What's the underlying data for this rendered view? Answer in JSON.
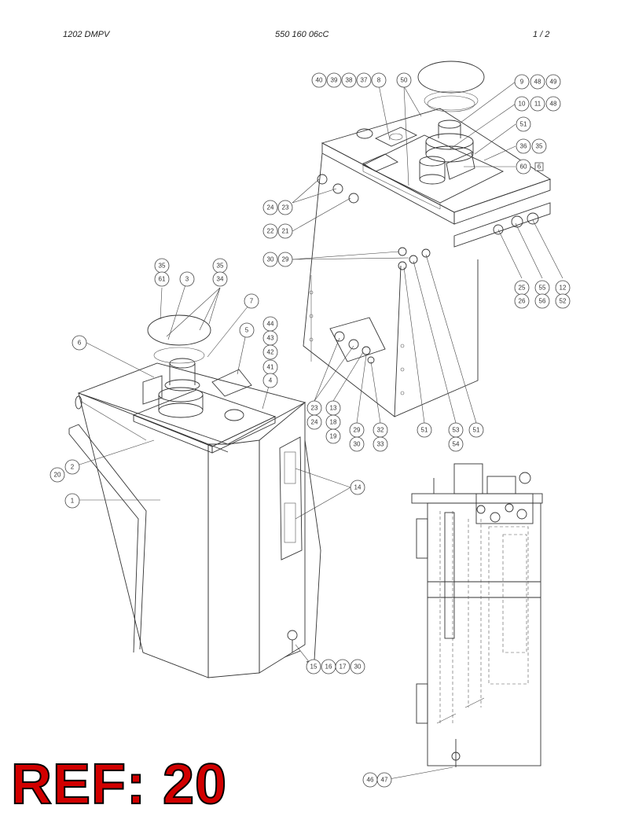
{
  "header": {
    "model": "1202 DMPV",
    "drawing_number": "550 160 06cC",
    "page": "1 /  2"
  },
  "reference_label": "REF: 20",
  "callouts": [
    {
      "id": "c40",
      "label": "40"
    },
    {
      "id": "c39",
      "label": "39"
    },
    {
      "id": "c38",
      "label": "38"
    },
    {
      "id": "c37",
      "label": "37"
    },
    {
      "id": "c8a",
      "label": "8"
    },
    {
      "id": "c50",
      "label": "50"
    },
    {
      "id": "c9",
      "label": "9"
    },
    {
      "id": "c48a",
      "label": "48"
    },
    {
      "id": "c49",
      "label": "49"
    },
    {
      "id": "c10",
      "label": "10"
    },
    {
      "id": "c11",
      "label": "11"
    },
    {
      "id": "c48b",
      "label": "48"
    },
    {
      "id": "c51a",
      "label": "51"
    },
    {
      "id": "c36",
      "label": "36"
    },
    {
      "id": "c35a",
      "label": "35"
    },
    {
      "id": "c60",
      "label": "60"
    },
    {
      "id": "c24a",
      "label": "24"
    },
    {
      "id": "c23a",
      "label": "23"
    },
    {
      "id": "c22",
      "label": "22"
    },
    {
      "id": "c21",
      "label": "21"
    },
    {
      "id": "c30a",
      "label": "30"
    },
    {
      "id": "c29a",
      "label": "29"
    },
    {
      "id": "c25",
      "label": "25"
    },
    {
      "id": "c55",
      "label": "55"
    },
    {
      "id": "c12",
      "label": "12"
    },
    {
      "id": "c26",
      "label": "26"
    },
    {
      "id": "c56",
      "label": "56"
    },
    {
      "id": "c52",
      "label": "52"
    },
    {
      "id": "c35b",
      "label": "35"
    },
    {
      "id": "c35c",
      "label": "35"
    },
    {
      "id": "c61",
      "label": "61"
    },
    {
      "id": "c3",
      "label": "3"
    },
    {
      "id": "c34",
      "label": "34"
    },
    {
      "id": "c7",
      "label": "7"
    },
    {
      "id": "c5",
      "label": "5"
    },
    {
      "id": "c44",
      "label": "44"
    },
    {
      "id": "c43",
      "label": "43"
    },
    {
      "id": "c42",
      "label": "42"
    },
    {
      "id": "c41",
      "label": "41"
    },
    {
      "id": "c4",
      "label": "4"
    },
    {
      "id": "c6",
      "label": "6"
    },
    {
      "id": "c23b",
      "label": "23"
    },
    {
      "id": "c24b",
      "label": "24"
    },
    {
      "id": "c13",
      "label": "13"
    },
    {
      "id": "c18",
      "label": "18"
    },
    {
      "id": "c19",
      "label": "19"
    },
    {
      "id": "c29b",
      "label": "29"
    },
    {
      "id": "c30b",
      "label": "30"
    },
    {
      "id": "c32",
      "label": "32"
    },
    {
      "id": "c33",
      "label": "33"
    },
    {
      "id": "c51b",
      "label": "51"
    },
    {
      "id": "c53",
      "label": "53"
    },
    {
      "id": "c54",
      "label": "54"
    },
    {
      "id": "c51c",
      "label": "51"
    },
    {
      "id": "c2",
      "label": "2"
    },
    {
      "id": "c20",
      "label": "20"
    },
    {
      "id": "c1",
      "label": "1"
    },
    {
      "id": "c14",
      "label": "14"
    },
    {
      "id": "c15",
      "label": "15"
    },
    {
      "id": "c16",
      "label": "16"
    },
    {
      "id": "c17",
      "label": "17"
    },
    {
      "id": "c30c",
      "label": "30"
    },
    {
      "id": "c46",
      "label": "46"
    },
    {
      "id": "c47",
      "label": "47"
    }
  ],
  "boxed_labels": [
    {
      "id": "b6",
      "label": "6"
    }
  ]
}
